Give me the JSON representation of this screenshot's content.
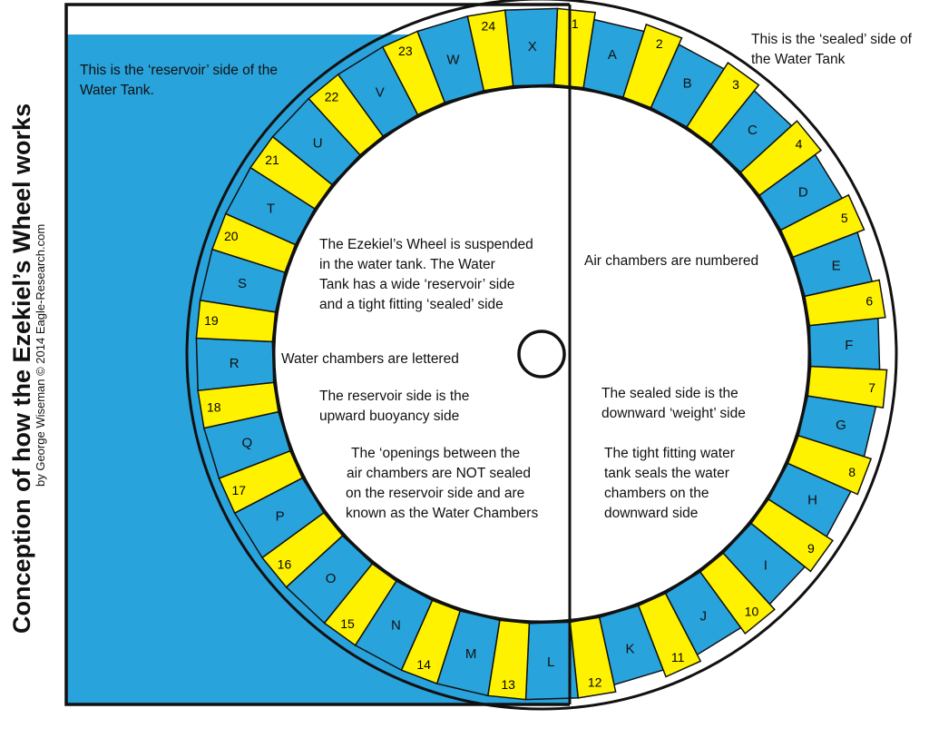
{
  "title": "Conception of how the Ezekiel’s Wheel works",
  "byline": "by George Wiseman © 2014 Eagle-Research.com",
  "notes": {
    "reservoir_side": [
      "This is the ‘reservoir’ side of the",
      "Water Tank."
    ],
    "sealed_side": [
      "This is the ‘sealed’ side of",
      "the Water Tank"
    ],
    "suspended": [
      "The Ezekiel’s Wheel is suspended",
      "in the water tank.  The Water",
      "Tank has a wide ‘reservoir’ side",
      "and a tight fitting ‘sealed’ side"
    ],
    "air_numbered": [
      "Air chambers are numbered"
    ],
    "water_lettered": [
      "Water chambers are lettered"
    ],
    "reservoir_buoyancy": [
      "The reservoir side is the",
      "upward buoyancy side"
    ],
    "sealed_weight": [
      "The sealed side is the",
      "downward ‘weight’ side"
    ],
    "openings": [
      "The ‘openings between the",
      "air chambers are NOT sealed",
      "on the reservoir side and are",
      "known as the Water Chambers"
    ],
    "tight_fitting": [
      "The tight fitting water",
      "tank seals the water",
      "chambers on the",
      "downward side"
    ]
  },
  "air_chambers": [
    "1",
    "2",
    "3",
    "4",
    "5",
    "6",
    "7",
    "8",
    "9",
    "10",
    "11",
    "12",
    "13",
    "14",
    "15",
    "16",
    "17",
    "18",
    "19",
    "20",
    "21",
    "22",
    "23",
    "24"
  ],
  "water_chambers": [
    "A",
    "B",
    "C",
    "D",
    "E",
    "F",
    "G",
    "H",
    "I",
    "J",
    "K",
    "L",
    "M",
    "N",
    "O",
    "P",
    "Q",
    "R",
    "S",
    "T",
    "U",
    "V",
    "W",
    "X"
  ],
  "colors": {
    "water": "#29a3dc",
    "air": "#fff200",
    "outline": "#111111",
    "background": "#ffffff"
  }
}
